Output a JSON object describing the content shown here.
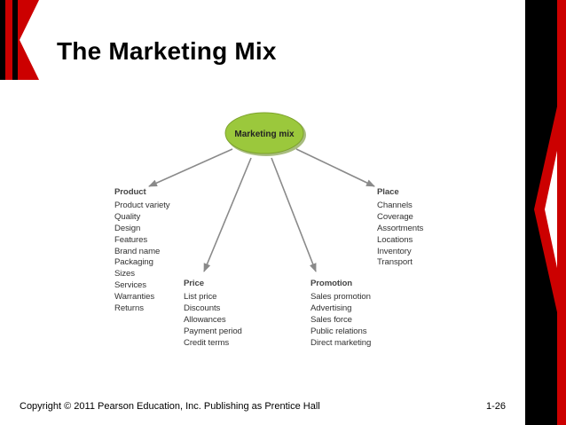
{
  "slide": {
    "title": "The Marketing Mix",
    "copyright": "Copyright © 2011 Pearson Education, Inc.  Publishing as Prentice Hall",
    "page_number": "1-26"
  },
  "diagram": {
    "hub": {
      "label": "Marketing mix",
      "color": "#9bc83c"
    },
    "groups": [
      {
        "heading": "Product",
        "items": [
          "Product variety",
          "Quality",
          "Design",
          "Features",
          "Brand name",
          "Packaging",
          "Sizes",
          "Services",
          "Warranties",
          "Returns"
        ]
      },
      {
        "heading": "Price",
        "items": [
          "List price",
          "Discounts",
          "Allowances",
          "Payment period",
          "Credit terms"
        ]
      },
      {
        "heading": "Promotion",
        "items": [
          "Sales promotion",
          "Advertising",
          "Sales force",
          "Public relations",
          "Direct marketing"
        ]
      },
      {
        "heading": "Place",
        "items": [
          "Channels",
          "Coverage",
          "Assortments",
          "Locations",
          "Inventory",
          "Transport"
        ]
      }
    ]
  },
  "colors": {
    "accent_red": "#cc0000",
    "arrow": "#8a8a8a",
    "black": "#000000"
  }
}
